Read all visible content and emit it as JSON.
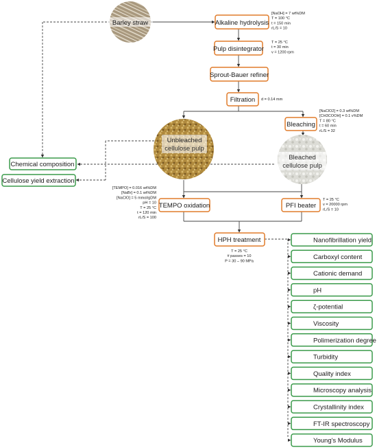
{
  "colors": {
    "process_border": "#e07b2a",
    "analysis_border": "#3a9a4a",
    "line": "#444444"
  },
  "raw_material": {
    "label": "Barley straw"
  },
  "steps": {
    "alkaline": "Alkaline hydrolysis",
    "disintegrator": "Pulp disintegrator",
    "refiner": "Sprout-Bauer refiner",
    "filtration": "Filtration",
    "bleaching": "Bleaching",
    "tempo": "TEMPO oxidation",
    "pfi": "PFI beater",
    "hph": "HPH treatment"
  },
  "pulps": {
    "unbleached": [
      "Unbleached",
      "cellulose pulp"
    ],
    "bleached": [
      "Bleached",
      "cellulose pulp"
    ]
  },
  "raw_analyses": {
    "chemical": "Chemical composition",
    "yield": "Cellulose yield extraction"
  },
  "conditions": {
    "alkaline": [
      "[NaOH] = 7 wt%DM",
      "T = 100 °C",
      "t = 150 min",
      "rL/S = 10"
    ],
    "disintegrator": [
      "T = 25 °C",
      "t = 30 min",
      "v = 1200 rpm"
    ],
    "filtration": [
      "d = 0.14 mm"
    ],
    "bleaching": [
      "[NaClO2] = 0.3 wt%DM",
      "[CH3COOH] = 0.1 v%DM",
      "T = 80 °C",
      "t = 60 min",
      "rL/S = 32"
    ],
    "tempo": [
      "[TEMPO] = 0.016 wt%DM",
      "[NaBr] = 0.1 wt%DM",
      "[NaClO] = 5 mmol/gDM",
      "pH = 10",
      "T = 25 °C",
      "t = 120 min",
      "rL/S = 100"
    ],
    "pfi": [
      "T = 25 °C",
      "v = 20000 rpm",
      "rL/S = 10"
    ],
    "hph": [
      "T = 25 °C",
      "# passes = 10",
      "P = 30 – 90 MPa"
    ]
  },
  "characterization": [
    "Nanofibrillation yield",
    "Carboxyl content",
    "Cationic demand",
    "pH",
    "ζ-potential",
    "Viscosity",
    "Polimerization degree",
    "Turbidity",
    "Quality index",
    "Microscopy analysis",
    "Crystallinity index",
    "FT-IR spectroscopy",
    "Young's Modulus"
  ]
}
